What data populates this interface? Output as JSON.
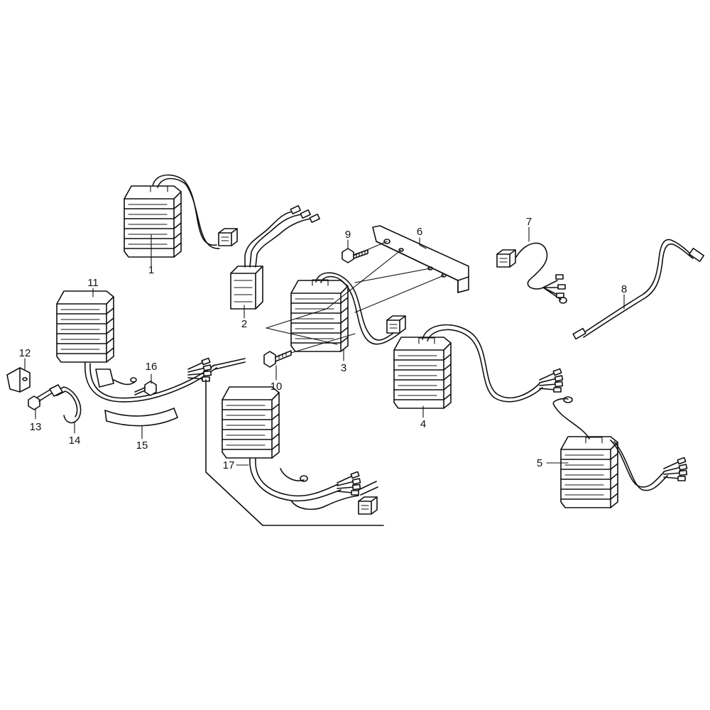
{
  "callouts": [
    {
      "id": "1",
      "text": "1"
    },
    {
      "id": "2",
      "text": "2"
    },
    {
      "id": "3",
      "text": "3"
    },
    {
      "id": "4",
      "text": "4"
    },
    {
      "id": "5",
      "text": "5"
    },
    {
      "id": "6",
      "text": "6"
    },
    {
      "id": "7",
      "text": "7"
    },
    {
      "id": "8",
      "text": "8"
    },
    {
      "id": "9",
      "text": "9"
    },
    {
      "id": "10",
      "text": "10"
    },
    {
      "id": "11",
      "text": "11"
    },
    {
      "id": "12",
      "text": "12"
    },
    {
      "id": "13",
      "text": "13"
    },
    {
      "id": "14",
      "text": "14"
    },
    {
      "id": "15",
      "text": "15"
    },
    {
      "id": "16",
      "text": "16"
    },
    {
      "id": "17",
      "text": "17"
    }
  ],
  "colors": {
    "ink": "#111111",
    "background": "#ffffff"
  }
}
